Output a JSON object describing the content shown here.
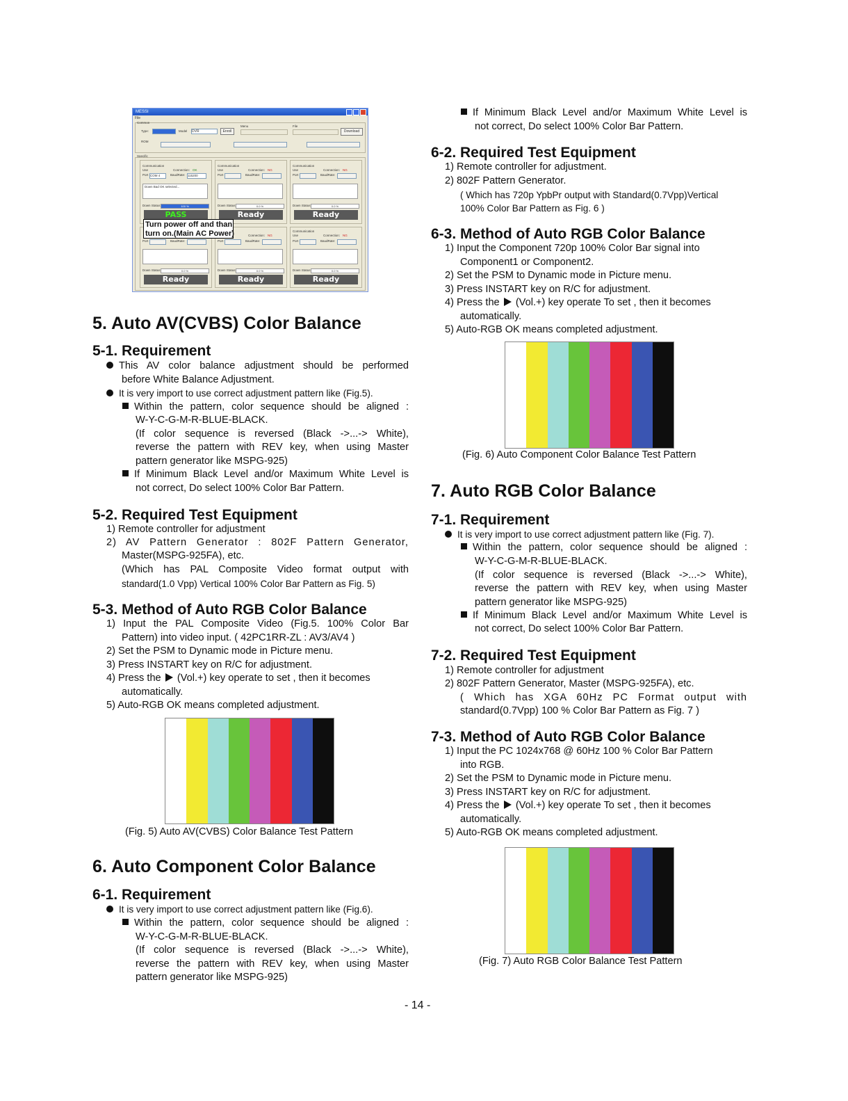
{
  "screenshot": {
    "window_title": "MESSI",
    "menu": "File",
    "common_label": "Common",
    "type_label": "Type:",
    "model_label": "Model",
    "model_value": "DVR",
    "enroll_button": "Enroll",
    "menu_label": "Menu",
    "file_label": "File",
    "download_button": "Download",
    "rom_label": "ROM",
    "specific_label": "Specific",
    "communication_label": "Communication",
    "use_label": "Use",
    "connection_label": "Connection:",
    "connection_ok": "OK",
    "connection_ng": "NG",
    "port_label": "Port",
    "port_value": "COM 4",
    "baudrate_label": "BaudRate:",
    "baudrate_value": "115200",
    "log_text": "Down Bad OK selected...",
    "down_status_label": "Down Status:",
    "progress_full": "100 %",
    "progress_empty": "0.0 %",
    "status_pass": "PASS",
    "status_ready": "Ready",
    "note": [
      "Turn power off and than",
      "turn on.(Main AC Power)"
    ]
  },
  "section5": {
    "title": "5. Auto AV(CVBS) Color Balance",
    "req_title": "5-1. Requirement",
    "req_lines": [
      "This AV color balance adjustment should be performed",
      "before White Balance Adjustment.",
      "It is very import to use correct adjustment pattern like (Fig.5).",
      "Within the pattern, color sequence should be aligned :",
      "W-Y-C-G-M-R-BLUE-BLACK.",
      "(If color sequence is reversed (Black ->...-> White),",
      "reverse the pattern with REV key, when using Master",
      "pattern generator like MSPG-925)",
      "If Minimum Black Level and/or Maximum White Level is",
      "not correct, Do select 100% Color Bar Pattern."
    ],
    "equip_title": "5-2. Required Test Equipment",
    "equip_lines": [
      "1) Remote controller for adjustment",
      "2) AV Pattern Generator : 802F Pattern Generator,",
      "Master(MSPG-925FA), etc.",
      "(Which has PAL Composite Video format output with",
      "standard(1.0 Vpp) Vertical 100% Color Bar Pattern as Fig. 5)"
    ],
    "method_title": "5-3. Method of Auto RGB Color Balance",
    "method_lines": [
      "1) Input the PAL Composite Video (Fig.5. 100% Color Bar",
      "Pattern) into video input. ( 42PC1RR-ZL : AV3/AV4 )",
      "2) Set the PSM to Dynamic mode in Picture menu.",
      "3) Press INSTART key on R/C for adjustment.",
      "4) Press the",
      "(Vol.+) key operate to set , then it becomes",
      "automatically.",
      "5) Auto-RGB OK means completed adjustment."
    ],
    "caption": "(Fig. 5) Auto AV(CVBS) Color Balance Test Pattern"
  },
  "section6": {
    "title": "6. Auto Component Color Balance",
    "req_title": "6-1. Requirement",
    "req_lines": [
      "It is very import to use correct adjustment pattern like (Fig.6).",
      "Within the pattern, color sequence should be aligned :",
      "W-Y-C-G-M-R-BLUE-BLACK.",
      "(If color sequence is reversed (Black ->...-> White),",
      "reverse the pattern with REV key, when using Master",
      "pattern generator like MSPG-925)",
      "If Minimum Black Level and/or Maximum White Level is",
      "not correct, Do select 100% Color Bar Pattern."
    ],
    "equip_title": "6-2. Required Test Equipment",
    "equip_lines": [
      "1) Remote controller for adjustment.",
      "2) 802F Pattern Generator.",
      "( Which has 720p YpbPr output with Standard(0.7Vpp)Vertical",
      "100% Color Bar Pattern as Fig. 6 )"
    ],
    "method_title": "6-3. Method of Auto RGB Color Balance",
    "method_lines": [
      "1) Input the Component 720p 100% Color Bar signal into",
      "Component1 or Component2.",
      "2) Set the PSM to Dynamic mode in Picture menu.",
      "3) Press INSTART key on R/C for adjustment.",
      "4) Press the",
      "(Vol.+) key operate To set , then it becomes",
      "automatically.",
      "5) Auto-RGB OK means completed adjustment."
    ],
    "caption": "(Fig. 6) Auto Component Color Balance Test Pattern"
  },
  "section7": {
    "title": "7. Auto RGB Color Balance",
    "req_title": "7-1. Requirement",
    "req_lines": [
      "It is very import to use correct adjustment pattern like (Fig. 7).",
      "Within the pattern, color sequence should be aligned :",
      "W-Y-C-G-M-R-BLUE-BLACK.",
      "(If color sequence is reversed (Black ->...-> White),",
      "reverse the pattern with REV key, when using Master",
      "pattern generator like MSPG-925)",
      "If Minimum Black Level and/or Maximum White Level is",
      "not correct, Do select 100% Color Bar Pattern."
    ],
    "equip_title": "7-2. Required Test Equipment",
    "equip_lines": [
      "1) Remote controller for adjustment",
      "2) 802F Pattern Generator, Master (MSPG-925FA), etc.",
      "( Which has XGA 60Hz PC Format output with",
      "standard(0.7Vpp) 100 % Color Bar Pattern as Fig. 7 )"
    ],
    "method_title": "7-3. Method of Auto RGB Color Balance",
    "method_lines": [
      "1) Input the PC 1024x768 @ 60Hz 100 % Color Bar Pattern",
      "into RGB.",
      "2) Set the PSM to Dynamic mode in Picture menu.",
      "3) Press INSTART key on R/C for adjustment.",
      "4) Press the",
      "(Vol.+) key operate To set , then it becomes",
      "automatically.",
      "5) Auto-RGB OK means completed adjustment."
    ],
    "caption": "(Fig. 7) Auto RGB Color Balance Test Pattern"
  },
  "color_bars": [
    "#ffffff",
    "#f2ea32",
    "#9fddd6",
    "#68c43b",
    "#c55bb8",
    "#ec2734",
    "#3a55b2",
    "#0e0e0e"
  ],
  "icons": {
    "bullet_round": "filled-circle",
    "bullet_square": "filled-square",
    "play": "right-triangle"
  },
  "page_number": "- 14 -"
}
